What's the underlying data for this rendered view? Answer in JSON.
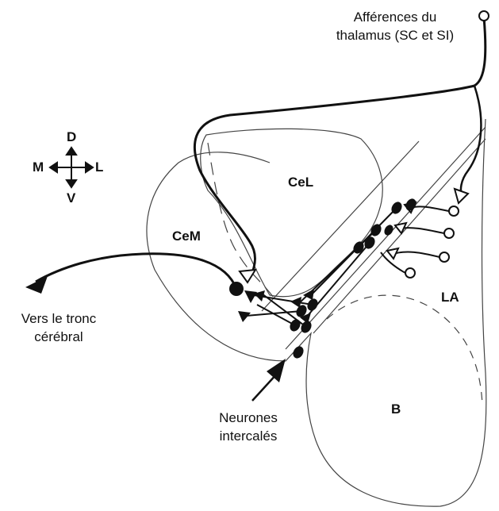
{
  "labels": {
    "thalamus_line1": "Afférences du",
    "thalamus_line2": "thalamus (SC et SI)",
    "cel": "CeL",
    "cem": "CeM",
    "la": "LA",
    "b": "B",
    "brainstem_line1": "Vers le tronc",
    "brainstem_line2": "cérébral",
    "intercalated_line1": "Neurones",
    "intercalated_line2": "intercalés"
  },
  "compass": {
    "dorsal": "D",
    "ventral": "V",
    "medial": "M",
    "lateral": "L"
  },
  "colors": {
    "ink": "#111111",
    "outline": "#444444",
    "background": "#ffffff"
  }
}
